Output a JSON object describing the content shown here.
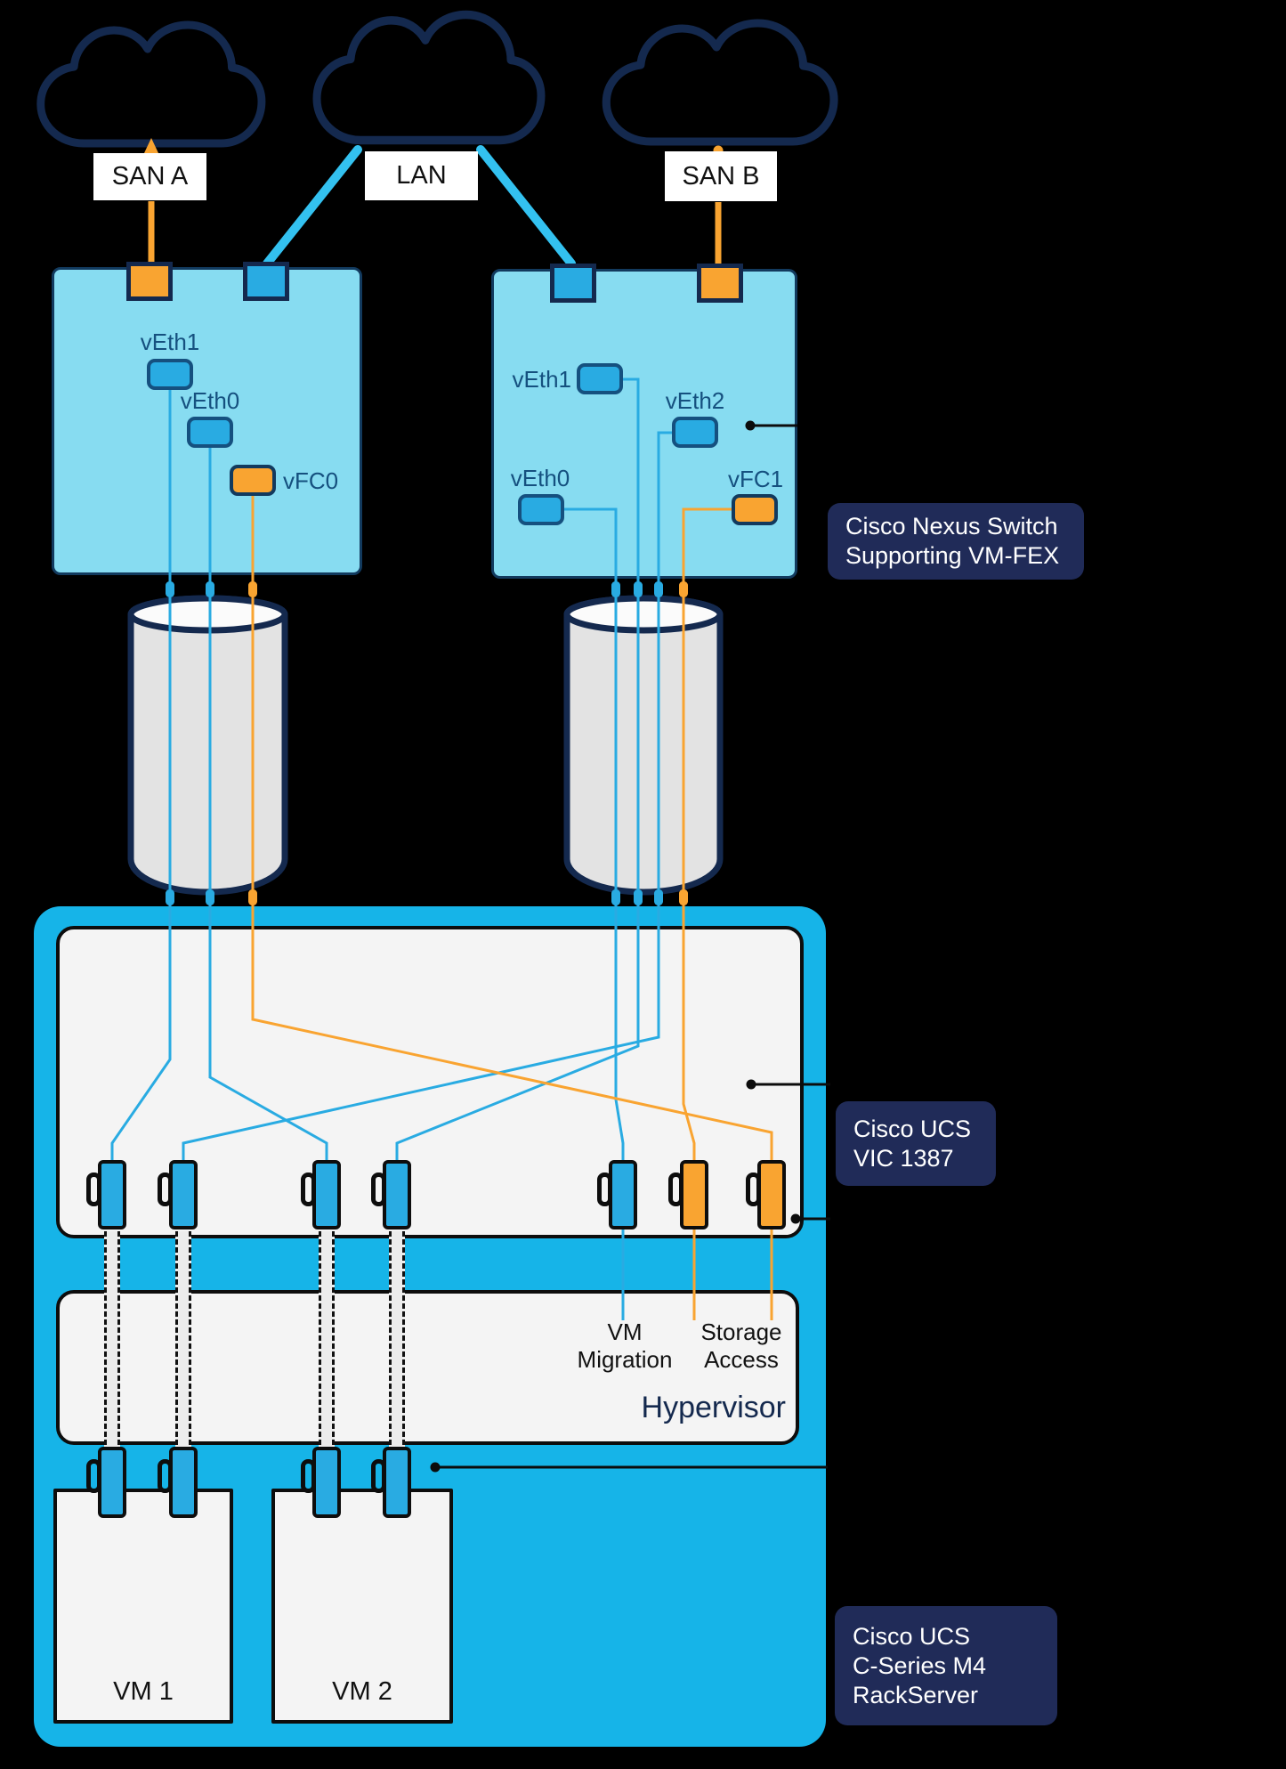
{
  "clouds": [
    {
      "label": "SAN A"
    },
    {
      "label": "LAN"
    },
    {
      "label": "SAN B"
    }
  ],
  "switches": {
    "left": {
      "interfaces": [
        {
          "label": "vEth1"
        },
        {
          "label": "vEth0"
        },
        {
          "label": "vFC0"
        }
      ]
    },
    "right": {
      "interfaces": [
        {
          "label": "vEth1"
        },
        {
          "label": "vEth2"
        },
        {
          "label": "vEth0"
        },
        {
          "label": "vFC1"
        }
      ]
    }
  },
  "callouts": {
    "nexus": "Cisco Nexus Switch\nSupporting VM-FEX",
    "vic": "Cisco UCS\nVIC 1387",
    "server": "Cisco UCS\nC-Series M4\nRackServer"
  },
  "hypervisor": {
    "vm_migration": "VM\nMigration",
    "storage_access": "Storage\nAccess",
    "title": "Hypervisor"
  },
  "vms": [
    {
      "label": "VM 1"
    },
    {
      "label": "VM 2"
    }
  ],
  "colors": {
    "navy_outline": "#14294E",
    "interface_ink": "#15507F",
    "cyan": "#29ABE2",
    "lan_link_cyan": "#33C1F0",
    "chassis_cyan": "#16B4E8",
    "switch_fill": "#87DCF1",
    "orange": "#F9A431",
    "panel_gray": "#F4F4F4",
    "cylinder_gray": "#E3E3E3",
    "label_navy": "#202B58"
  }
}
